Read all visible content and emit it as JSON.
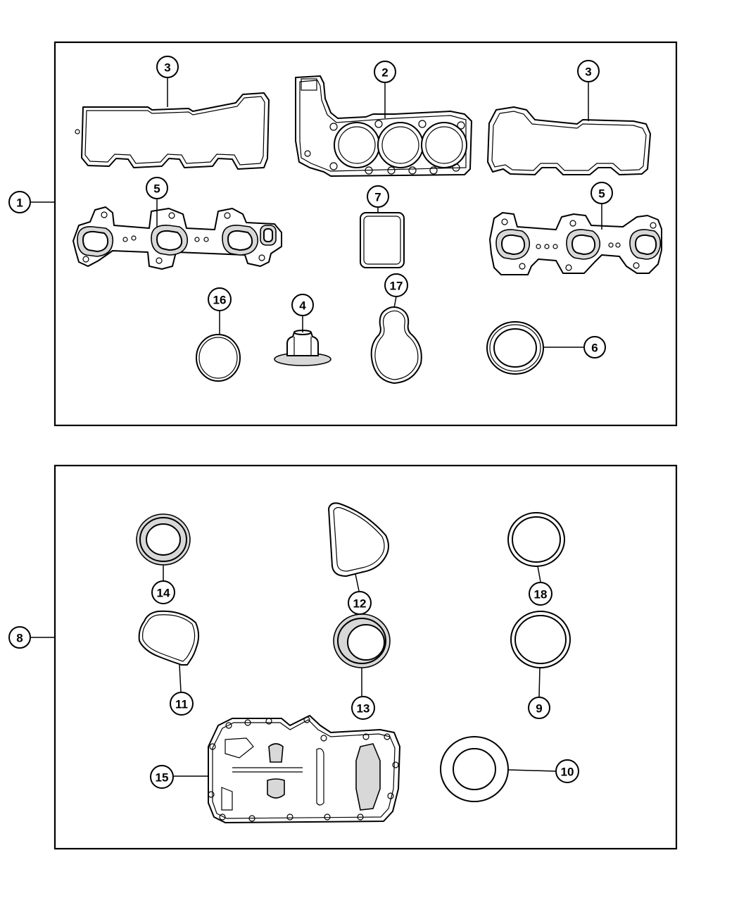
{
  "callouts": {
    "c1": "1",
    "c2": "2",
    "c3a": "3",
    "c3b": "3",
    "c4": "4",
    "c5a": "5",
    "c5b": "5",
    "c6": "6",
    "c7": "7",
    "c8": "8",
    "c9": "9",
    "c10": "10",
    "c11": "11",
    "c12": "12",
    "c13": "13",
    "c14": "14",
    "c15": "15",
    "c16": "16",
    "c17": "17",
    "c18": "18"
  }
}
